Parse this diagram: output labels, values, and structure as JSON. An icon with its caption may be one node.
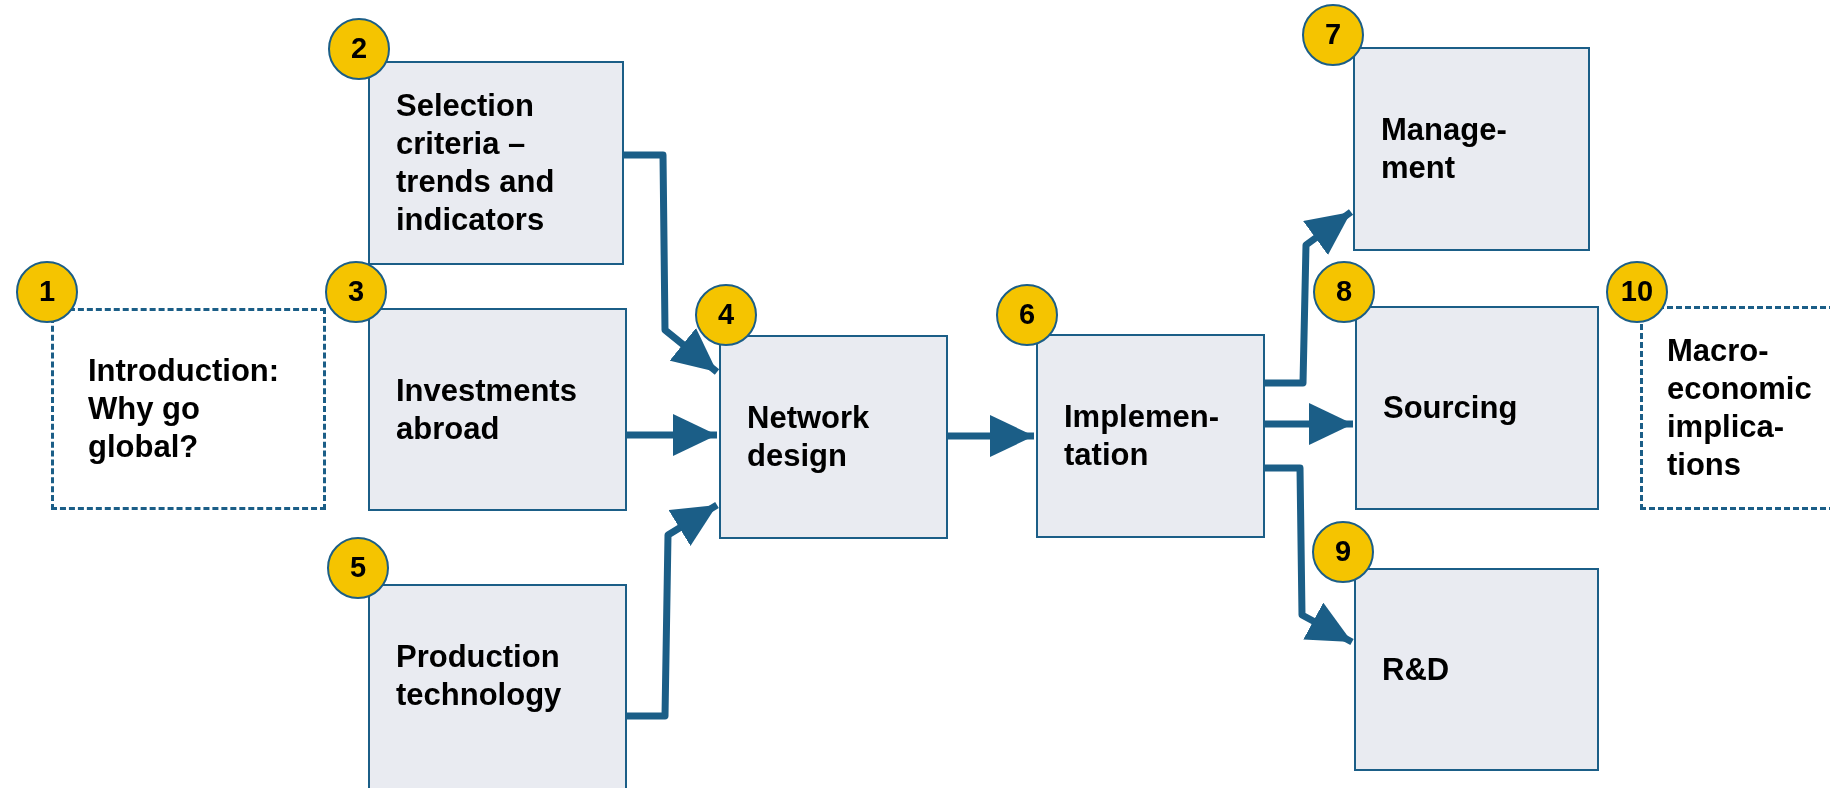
{
  "diagram": {
    "nodes": [
      {
        "text": [
          "1"
        ]
      },
      {
        "text": [
          "Introduction: Why go global?"
        ]
      },
      {
        "text": [
          "2"
        ]
      },
      {
        "text": [
          "Selection criteria – trends and indicators"
        ]
      },
      {
        "text": [
          "3"
        ]
      },
      {
        "text": [
          "Investments abroad"
        ]
      },
      {
        "text": [
          "4"
        ]
      },
      {
        "text": [
          "Network design"
        ]
      },
      {
        "text": [
          "5"
        ]
      },
      {
        "text": [
          "Production technology"
        ]
      },
      {
        "text": [
          "6"
        ]
      },
      {
        "text": [
          "Implemen- tation"
        ]
      },
      {
        "text": [
          "7"
        ]
      },
      {
        "text": [
          "Manage- ment"
        ]
      },
      {
        "text": [
          "8"
        ]
      },
      {
        "text": [
          "Sourcing"
        ]
      },
      {
        "text": [
          "9"
        ]
      },
      {
        "text": [
          "R&D"
        ]
      },
      {
        "text": [
          "10"
        ]
      },
      {
        "text": [
          "Macro- economic implica- tions"
        ]
      }
    ],
    "edges": [
      {
        "from": 3,
        "to": 7,
        "arrow": "to"
      },
      {
        "from": 5,
        "to": 7,
        "arrow": "to"
      },
      {
        "from": 9,
        "to": 7,
        "arrow": "to"
      },
      {
        "from": 7,
        "to": 11,
        "arrow": "to"
      },
      {
        "from": 11,
        "to": 13,
        "arrow": "to"
      },
      {
        "from": 11,
        "to": 15,
        "arrow": "to"
      },
      {
        "from": 11,
        "to": 17,
        "arrow": "to"
      }
    ]
  }
}
